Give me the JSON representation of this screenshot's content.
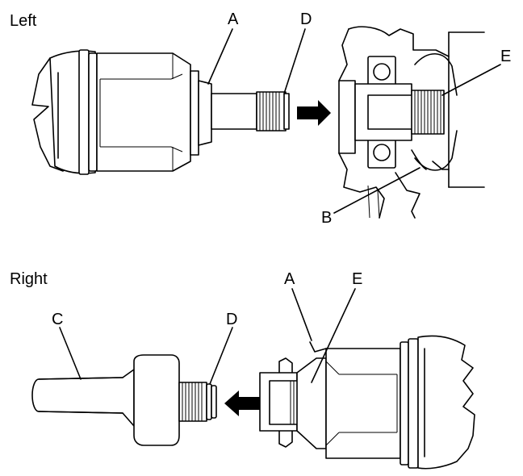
{
  "sections": {
    "left": "Left",
    "right": "Right"
  },
  "callouts": {
    "left_A": "A",
    "left_D": "D",
    "left_E": "E",
    "left_B": "B",
    "right_C": "C",
    "right_D": "D",
    "right_A": "A",
    "right_E": "E"
  }
}
